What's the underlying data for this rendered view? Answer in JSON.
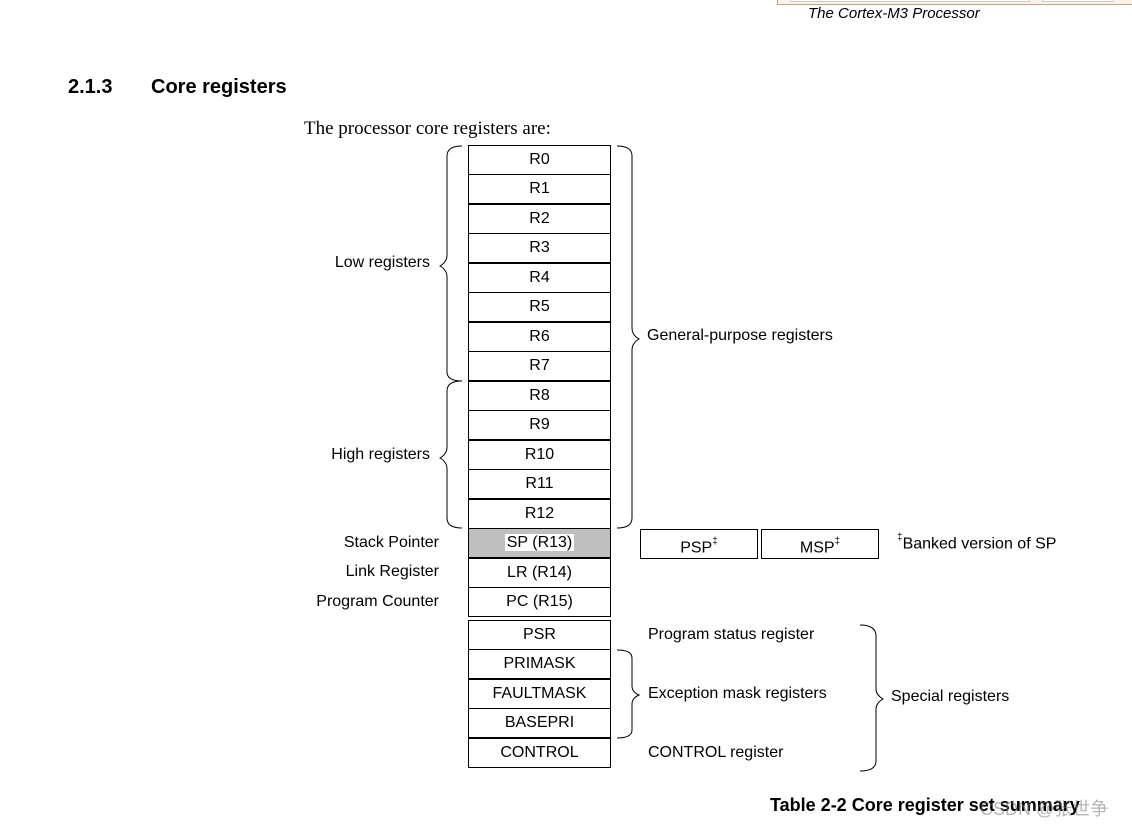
{
  "header": {
    "title": "The Cortex-M3 Processor"
  },
  "section": {
    "number": "2.1.3",
    "title": "Core registers"
  },
  "intro": "The processor core registers are:",
  "registers": {
    "general": [
      "R0",
      "R1",
      "R2",
      "R3",
      "R4",
      "R5",
      "R6",
      "R7",
      "R8",
      "R9",
      "R10",
      "R11",
      "R12"
    ],
    "sp": "SP (R13)",
    "lr": "LR (R14)",
    "pc": "PC (R15)",
    "special": [
      "PSR",
      "PRIMASK",
      "FAULTMASK",
      "BASEPRI",
      "CONTROL"
    ]
  },
  "labels": {
    "low": "Low registers",
    "high": "High registers",
    "general_purpose": "General-purpose registers",
    "stack_pointer": "Stack Pointer",
    "link_register": "Link Register",
    "program_counter": "Program Counter",
    "psr_desc": "Program status register",
    "exception_mask": "Exception mask registers",
    "control_desc": "CONTROL register",
    "special": "Special registers"
  },
  "banked": {
    "psp": "PSP",
    "msp": "MSP",
    "marker": "‡",
    "note": "Banked version of SP"
  },
  "caption": "Table 2-2 Core register set summary",
  "watermark": "CSDN @张世争"
}
